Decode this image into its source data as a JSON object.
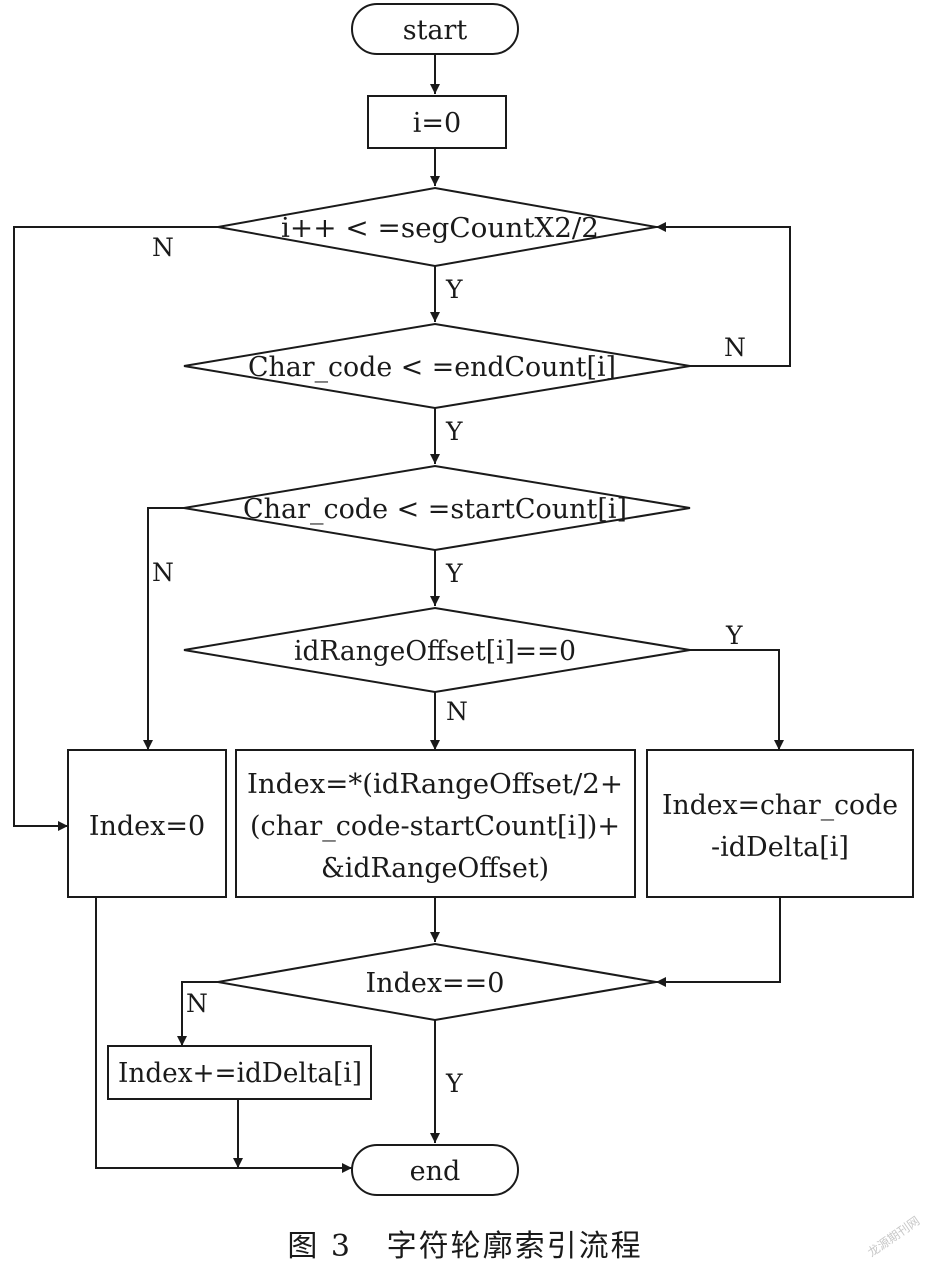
{
  "nodes": {
    "start": "start",
    "init": "i=0",
    "loop_cond": "i++ < =segCountX2/2",
    "end_count_cond": "Char_code < =endCount[i]",
    "start_count_cond": "Char_code < =startCount[i]",
    "range_offset_cond": "idRangeOffset[i]==0",
    "index_zero": "Index=0",
    "index_offset_lines": [
      "Index=*(idRangeOffset/2+",
      "(char_code-startCount[i])+",
      "&idRangeOffset)"
    ],
    "index_delta_lines": [
      "Index=char_code",
      "-idDelta[i]"
    ],
    "index_check": "Index==0",
    "index_add": "Index+=idDelta[i]",
    "end": "end"
  },
  "labels": {
    "loop_no": "N",
    "loop_yes": "Y",
    "end_count_no": "N",
    "end_count_yes": "Y",
    "start_count_no": "N",
    "start_count_yes": "Y",
    "range_offset_yes": "Y",
    "range_offset_no": "N",
    "index_check_no": "N",
    "index_check_yes": "Y"
  },
  "caption": "图 3   字符轮廓索引流程",
  "watermark": "龙源期刊网"
}
